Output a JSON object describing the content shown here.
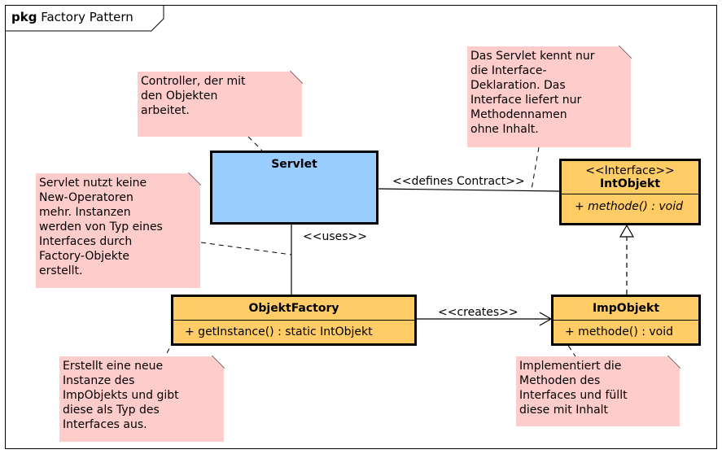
{
  "package": {
    "keyword": "pkg",
    "name": "Factory Pattern"
  },
  "classes": {
    "servlet": {
      "name": "Servlet"
    },
    "intobjekt": {
      "stereotype": "<<Interface>>",
      "name": "IntObjekt",
      "operation": "+ methode() : void"
    },
    "objektfactory": {
      "name": "ObjektFactory",
      "operation": "+ getInstance() : static IntObjekt"
    },
    "impobjekt": {
      "name": "ImpObjekt",
      "operation": "+ methode() : void"
    }
  },
  "notes": {
    "controller": "Controller, der mit\nden Objekten\narbeitet.",
    "servlet_knows": "Das Servlet kennt nur\ndie Interface-\nDeklaration. Das\nInterface liefert nur\nMethodennamen\nohne Inhalt.",
    "servlet_uses": "Servlet nutzt keine\nNew-Operatoren\nmehr. Instanzen\nwerden von Typ eines\nInterfaces durch\nFactory-Objekte\nerstellt.",
    "creates_instance": "Erstellt eine neue\nInstanze des\nImpObjekts und gibt\ndiese als Typ des\nInterfaces aus.",
    "implements": "Implementiert die\nMethoden des\nInterfaces und füllt\ndiese mit Inhalt"
  },
  "relations": {
    "defines_contract": "<<defines Contract>>",
    "uses": "<<uses>>",
    "creates": "<<creates>>"
  },
  "colors": {
    "note_fill": "#ffcccc",
    "servlet_fill": "#99ccff",
    "class_fill": "#ffcc66",
    "line": "#000000"
  }
}
